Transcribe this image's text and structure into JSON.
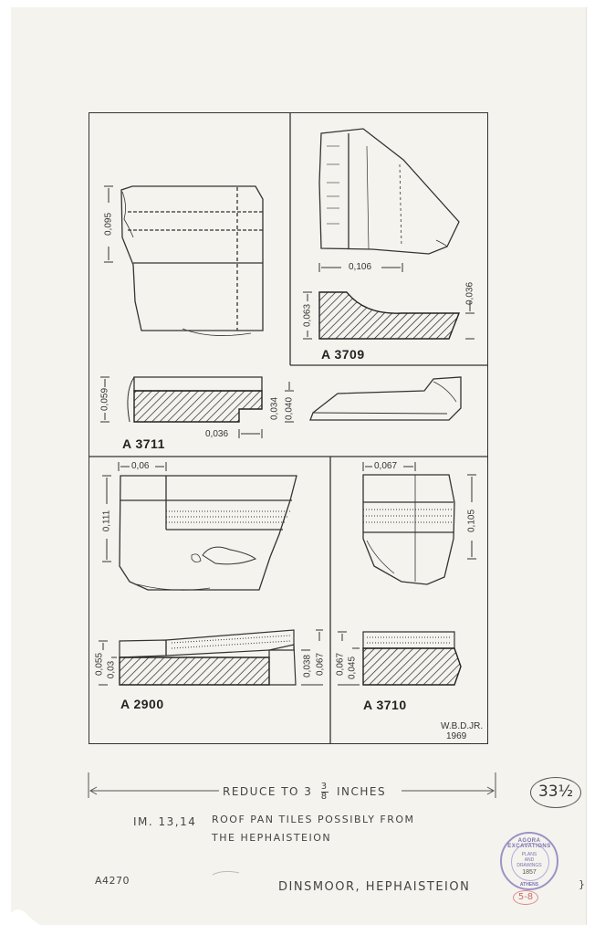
{
  "drawings": {
    "a3709": {
      "label": "A 3709",
      "dims": {
        "width": "0,106",
        "height_left": "0,063",
        "height_right": "0,036"
      }
    },
    "a3711": {
      "label": "A 3711",
      "dims": {
        "height_left": "0,059",
        "width_bottom": "0,036",
        "height_a": "0,034",
        "height_b": "0,040"
      }
    },
    "a2900": {
      "label": "A 2900",
      "dims": {
        "width_top": "0,06",
        "height_top": "0,111",
        "h1": "0,055",
        "h2": "0,03",
        "h3": "0,038",
        "h4": "0,067"
      }
    },
    "a3710": {
      "label": "A 3710",
      "dims": {
        "width_top": "0,067",
        "height_top": "0,105",
        "h1": "0,067",
        "h2": "0,045"
      }
    },
    "a_top_left": {
      "dims": {
        "height": "0,095"
      }
    }
  },
  "credit": {
    "name": "W.B.D.JR.",
    "year": "1969"
  },
  "notes": {
    "reduce_prefix": "REDUCE TO 3",
    "reduce_num": "3",
    "reduce_den": "8",
    "reduce_suffix": "INCHES",
    "ref": "IM. 13,14",
    "desc_line1": "ROOF PAN TILES POSSIBLY FROM",
    "desc_line2": "THE HEPHAISTEION",
    "sheet_number": "33½",
    "catalog": "A4270",
    "title": "DINSMOOR, HEPHAISTEION"
  },
  "stamp": {
    "ring_top": "AGORA EXCAVATIONS",
    "center": "PLANS AND DRAWINGS",
    "number": "1857",
    "ring_bottom": "ATHENS"
  },
  "red_mark": "5-8"
}
